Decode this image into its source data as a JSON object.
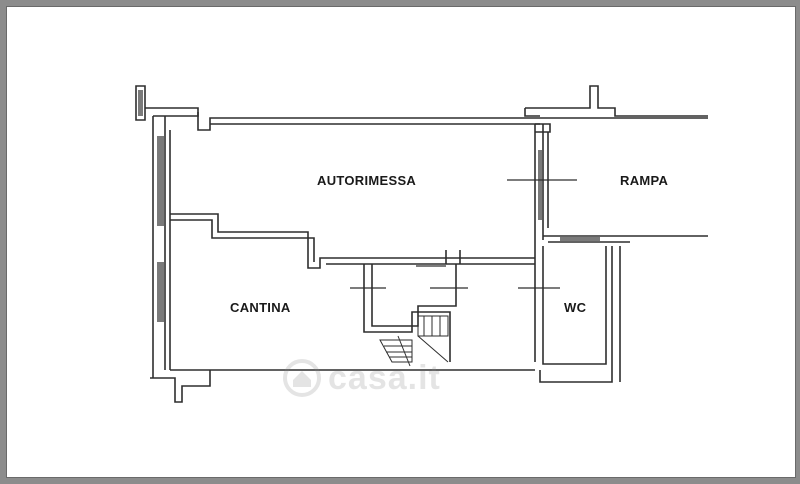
{
  "rooms": {
    "autorimessa": "AUTORIMESSA",
    "rampa": "RAMPA",
    "cantina": "CANTINA",
    "wc": "WC"
  },
  "watermark": {
    "text": "casa.it",
    "icon": "house-logo-icon"
  },
  "colors": {
    "wall": "#3a3a3a",
    "wall_fill": "#7a7a7a",
    "frame": "#8c8c8c"
  }
}
